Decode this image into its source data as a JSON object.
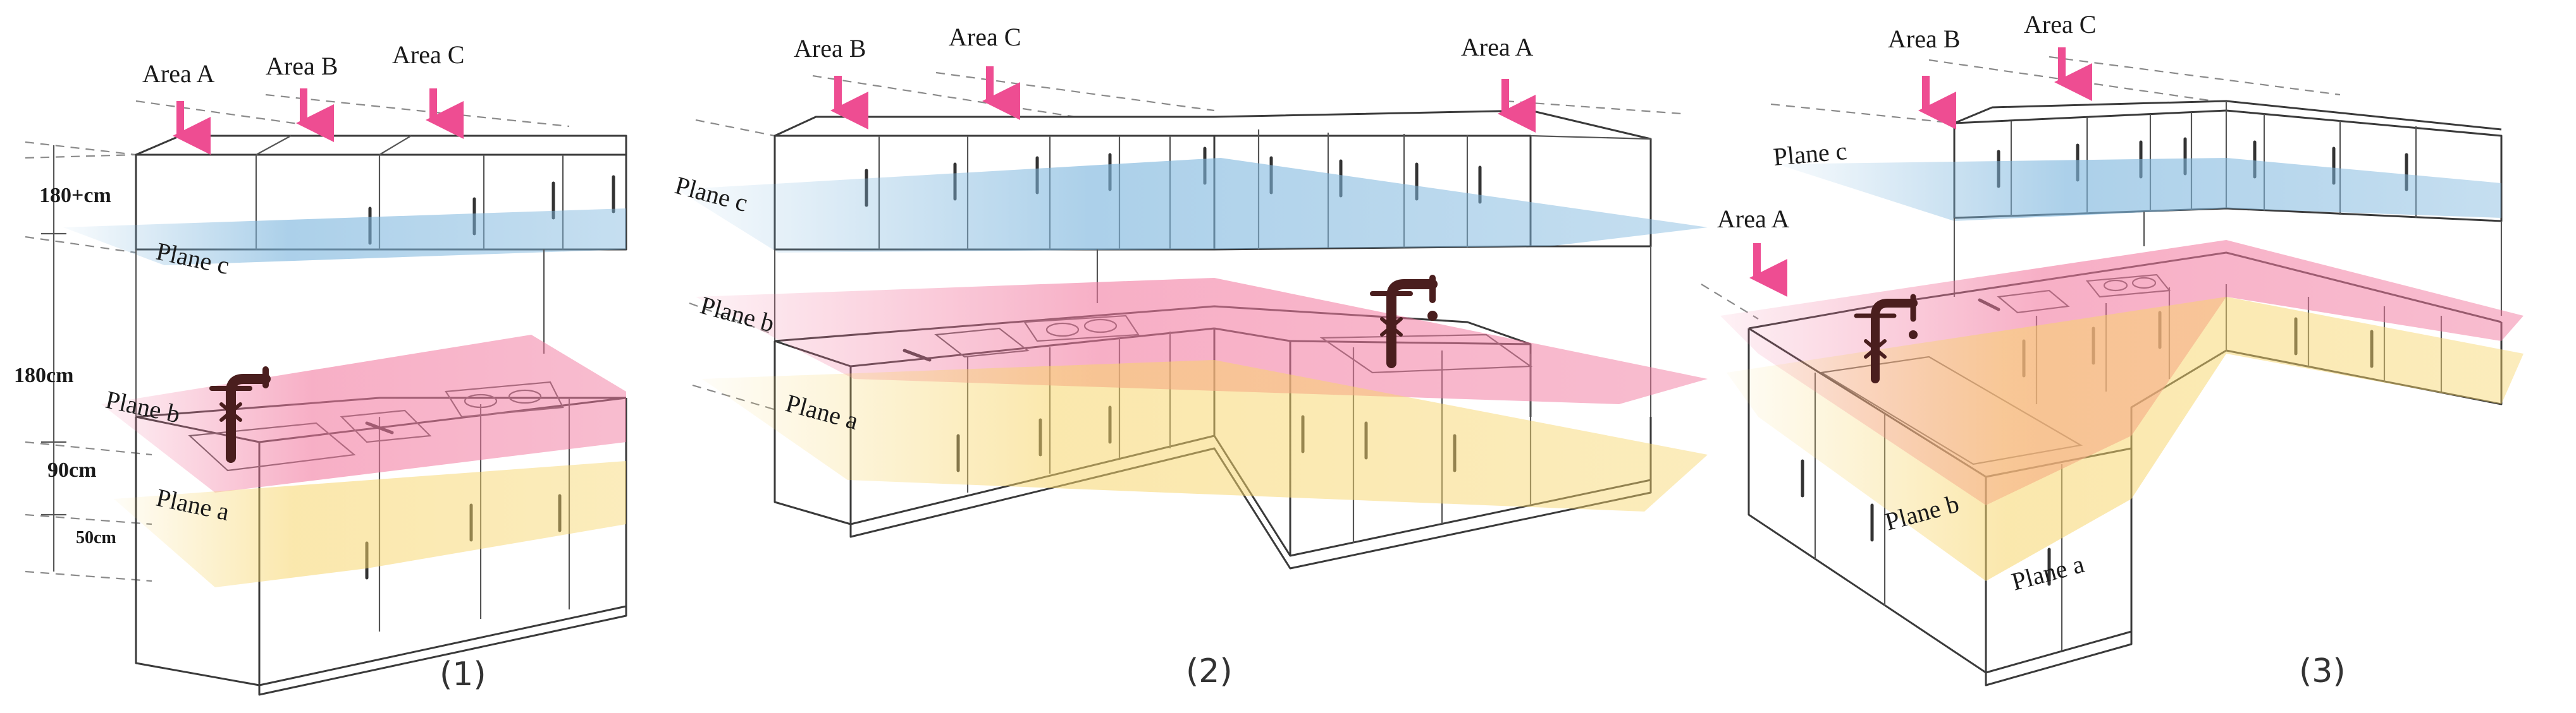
{
  "labels": {
    "area_a": "Area A",
    "area_b": "Area B",
    "area_c": "Area C",
    "plane_a": "Plane a",
    "plane_b": "Plane b",
    "plane_c": "Plane c"
  },
  "dimensions": {
    "upper": "180+cm",
    "total": "180cm",
    "counter": "90cm",
    "low": "50cm"
  },
  "captions": {
    "panel1": "(1)",
    "panel2": "(2)",
    "panel3": "(3)"
  },
  "colors": {
    "arrow": "#ee4d92",
    "plane_a": "#f7d56a",
    "plane_b": "#f27aa0",
    "plane_c": "#7fb7de",
    "faucet": "#4a1e1e"
  }
}
